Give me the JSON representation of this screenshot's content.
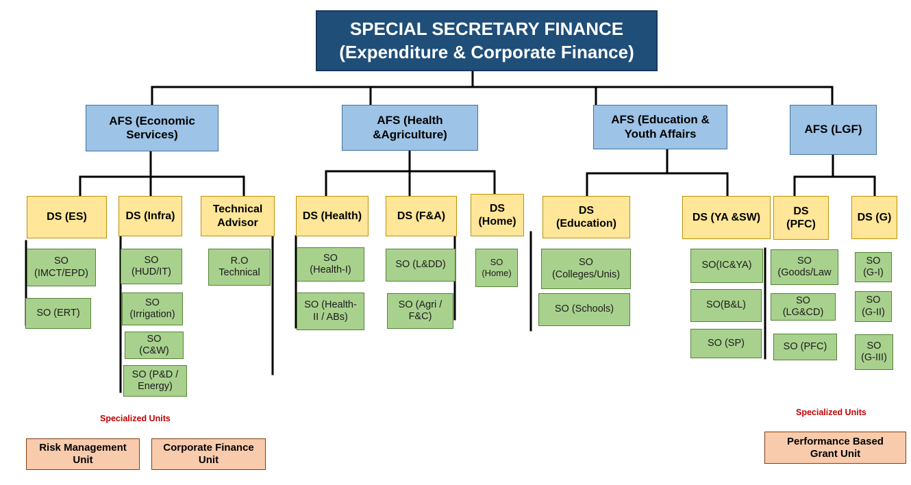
{
  "head": {
    "title": "SPECIAL SECRETARY FINANCE\n(Expenditure & Corporate Finance)"
  },
  "afs": {
    "economic": "AFS (Economic\nServices)",
    "health": "AFS (Health\n&Agriculture)",
    "education": "AFS (Education &\nYouth Affairs",
    "lgf": "AFS (LGF)"
  },
  "ds": {
    "es": "DS (ES)",
    "infra": "DS (Infra)",
    "tech": "Technical\nAdvisor",
    "health": "DS (Health)",
    "fa": "DS (F&A)",
    "home": "DS\n(Home)",
    "education": "DS\n(Education)",
    "yasw": "DS (YA &SW)",
    "pfc": "DS\n(PFC)",
    "g": "DS (G)"
  },
  "so": {
    "imct": "SO\n(IMCT/EPD)",
    "ert": "SO (ERT)",
    "hud": "SO\n(HUD/IT)",
    "irrigation": "SO\n(Irrigation)",
    "cw": "SO\n(C&W)",
    "pd": "SO (P&D /\nEnergy)",
    "ro": "R.O\nTechnical",
    "health1": "SO\n(Health-I)",
    "health2": "SO (Health-\nII / ABs)",
    "ldd": "SO (L&DD)",
    "agri": "SO (Agri /\nF&C)",
    "home": "SO\n(Home)",
    "colleges": "SO\n(Colleges/Unis)",
    "schools": "SO (Schools)",
    "icya": "SO(IC&YA)",
    "bl": "SO(B&L)",
    "sp": "SO (SP)",
    "goods": "SO\n(Goods/Law",
    "lgcd": "SO\n(LG&CD)",
    "pfc": "SO (PFC)",
    "g1": "SO\n(G-I)",
    "g2": "SO\n(G-II)",
    "g3": "SO\n(G-III)"
  },
  "specialized": {
    "left_label": "Specialized Units",
    "right_label": "Specialized Units",
    "risk": "Risk Management\nUnit",
    "corporate": "Corporate Finance\nUnit",
    "performance": "Performance Based\nGrant Unit"
  },
  "colors": {
    "head": "#1f4e79",
    "afs": "#9dc3e6",
    "ds": "#ffe699",
    "so": "#a9d18e",
    "unit": "#f8cbad",
    "specialized_label": "#c00000"
  }
}
